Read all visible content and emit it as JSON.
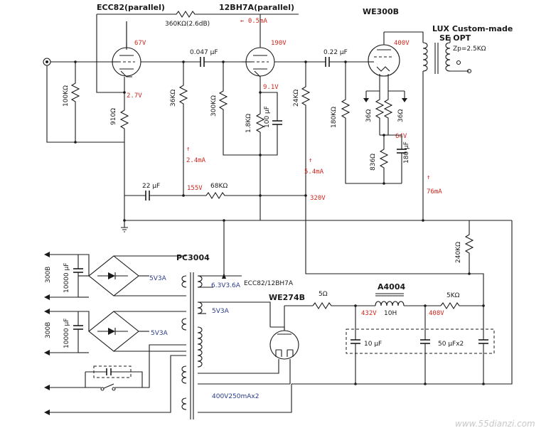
{
  "labels": {
    "ecc82": "ECC82(parallel)",
    "12bh7a": "12BH7A(parallel)",
    "we300b": "WE300B",
    "lux": "LUX Custom-made",
    "seopt": "SE OPT",
    "zp": "Zp=2.5KΩ",
    "r360k": "360KΩ(2.6dB)",
    "i05": "← 0.5mA",
    "c047": "0.047 µF",
    "c022": "0.22 µF",
    "r100k": "100KΩ",
    "r910": "910Ω",
    "r36k": "36KΩ",
    "r300k": "300KΩ",
    "r18k": "1.8KΩ",
    "c100u": "100 µF",
    "r24k": "24KΩ",
    "r180k": "180KΩ",
    "r36a": "36Ω",
    "r36b": "36Ω",
    "r836": "836Ω",
    "c180u": "180 µF",
    "c22u": "22 µF",
    "r68k": "68KΩ",
    "pc3004": "PC3004",
    "heater1": "6.3V3.6A",
    "heater1b": "ECC82/12BH7A",
    "v5v3a_1": "5V3A",
    "v5v3a_2": "5V3A",
    "v5v3a_3": "5V3A",
    "we274b": "WE274B",
    "r5": "5Ω",
    "a4004": "A4004",
    "l10h": "10H",
    "r5k": "5KΩ",
    "c10u": "10 µF",
    "c50u": "50 µFx2",
    "r240k": "240KΩ",
    "c10000a": "10000 µF",
    "c10000b": "10000 µF",
    "v300b_a": "300B",
    "v300b_b": "300B",
    "hv": "400V250mAx2",
    "watermark": "www.55dianzi.com"
  },
  "voltages": {
    "v67": "67V",
    "v190": "190V",
    "v400": "400V",
    "v27": "2.7V",
    "v91": "9.1V",
    "v64": "64V",
    "v155": "155V",
    "v320": "320V",
    "v432": "432V",
    "v408": "408V"
  },
  "currents": {
    "i24": "2.4mA",
    "i54": "5.4mA",
    "i76": "76mA"
  },
  "colors": {
    "wire": "#1a1a1a",
    "voltage": "#d0261e",
    "current": "#d0261e",
    "supply": "#2a3a8a"
  }
}
